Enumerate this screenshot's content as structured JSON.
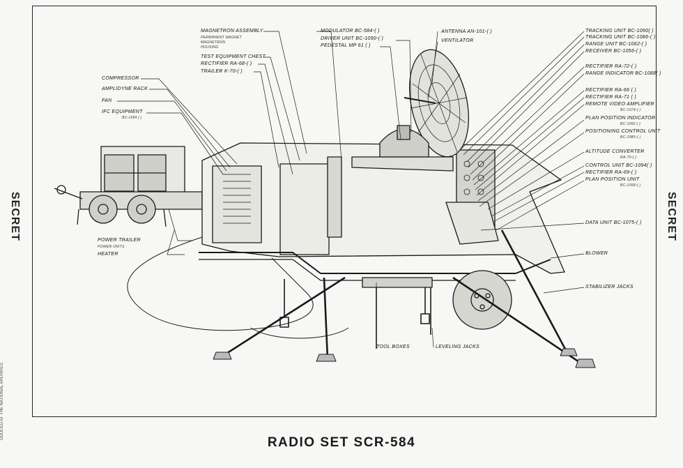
{
  "title": "RADIO SET SCR-584",
  "side_left": "SECRET",
  "side_right": "SECRET",
  "archive_note": "ODUCED AT THE NATIONAL ARCHIVES",
  "labels": {
    "magnetron": "MAGNETRON ASSEMBLY",
    "magnet": "PERMANENT MAGNET",
    "magnetron_sub": "MAGNETRON",
    "housing": "HOUSING",
    "test_chest": "TEST EQUIPMENT CHEST",
    "rect_ra68": "RECTIFIER RA-68-( )",
    "trailer": "TRAILER K-70-( )",
    "modulator": "MODULATOR BC-584-( )",
    "driver": "DRIVER UNIT BC-1090-( )",
    "pedestal": "PEDESTAL MP 61 ( )",
    "antenna": "ANTENNA AN-101-( )",
    "ventilator": "VENTILATOR",
    "compressor": "COMPRESSOR",
    "amplidyne": "AMPLIDYNE RACK",
    "fan": "FAN",
    "ifc": "IFC EQUIPMENT",
    "ifc_sub": "BC-1184 ( )",
    "power_trailer": "POWER TRAILER",
    "power_sub": "POWER UNITS",
    "heater": "HEATER",
    "tracking_1090": "TRACKING UNIT BC-1090( )",
    "tracking_1086": "TRACKING UNIT BC-1086-( )",
    "range_unit": "RANGE UNIT BC-1062-( )",
    "receiver": "RECEIVER BC-1056-( )",
    "rect_ra72": "RECTIFIER RA-72-( )",
    "range_ind": "RANGE INDICATOR BC-1088( )",
    "rect_ra66": "RECTIFIER RA-66 ( )",
    "rect_ra71": "RECTIFIER RA-71 ( )",
    "remote_video": "REMOTE VIDEO AMPLIFIER",
    "remote_video_sub": "BC-1074-( )",
    "ppi_1092": "PLAN POSITION INDICATOR",
    "ppi_1092_sub": "BC-1092 ( )",
    "pos_control": "POSITIONING CONTROL UNIT",
    "pos_control_sub": "BC-1085-( )",
    "altitude": "ALTITUDE CONVERTER",
    "altitude_sub": "RA-70-( )",
    "control_unit": "CONTROL UNIT BC-1094( )",
    "rect_ra69": "RECTIFIER RA-69-( )",
    "ppi_unit": "PLAN POSITION UNIT",
    "ppi_unit_sub": "BC-1058-( )",
    "data_unit": "DATA UNIT BC-1075-( )",
    "blower": "BLOWER",
    "stabilizer": "STABILIZER JACKS",
    "tool_boxes": "TOOL BOXES",
    "leveling": "LEVELING JACKS"
  },
  "colors": {
    "ink": "#1a1a1a",
    "paper": "#f7f7f5"
  }
}
